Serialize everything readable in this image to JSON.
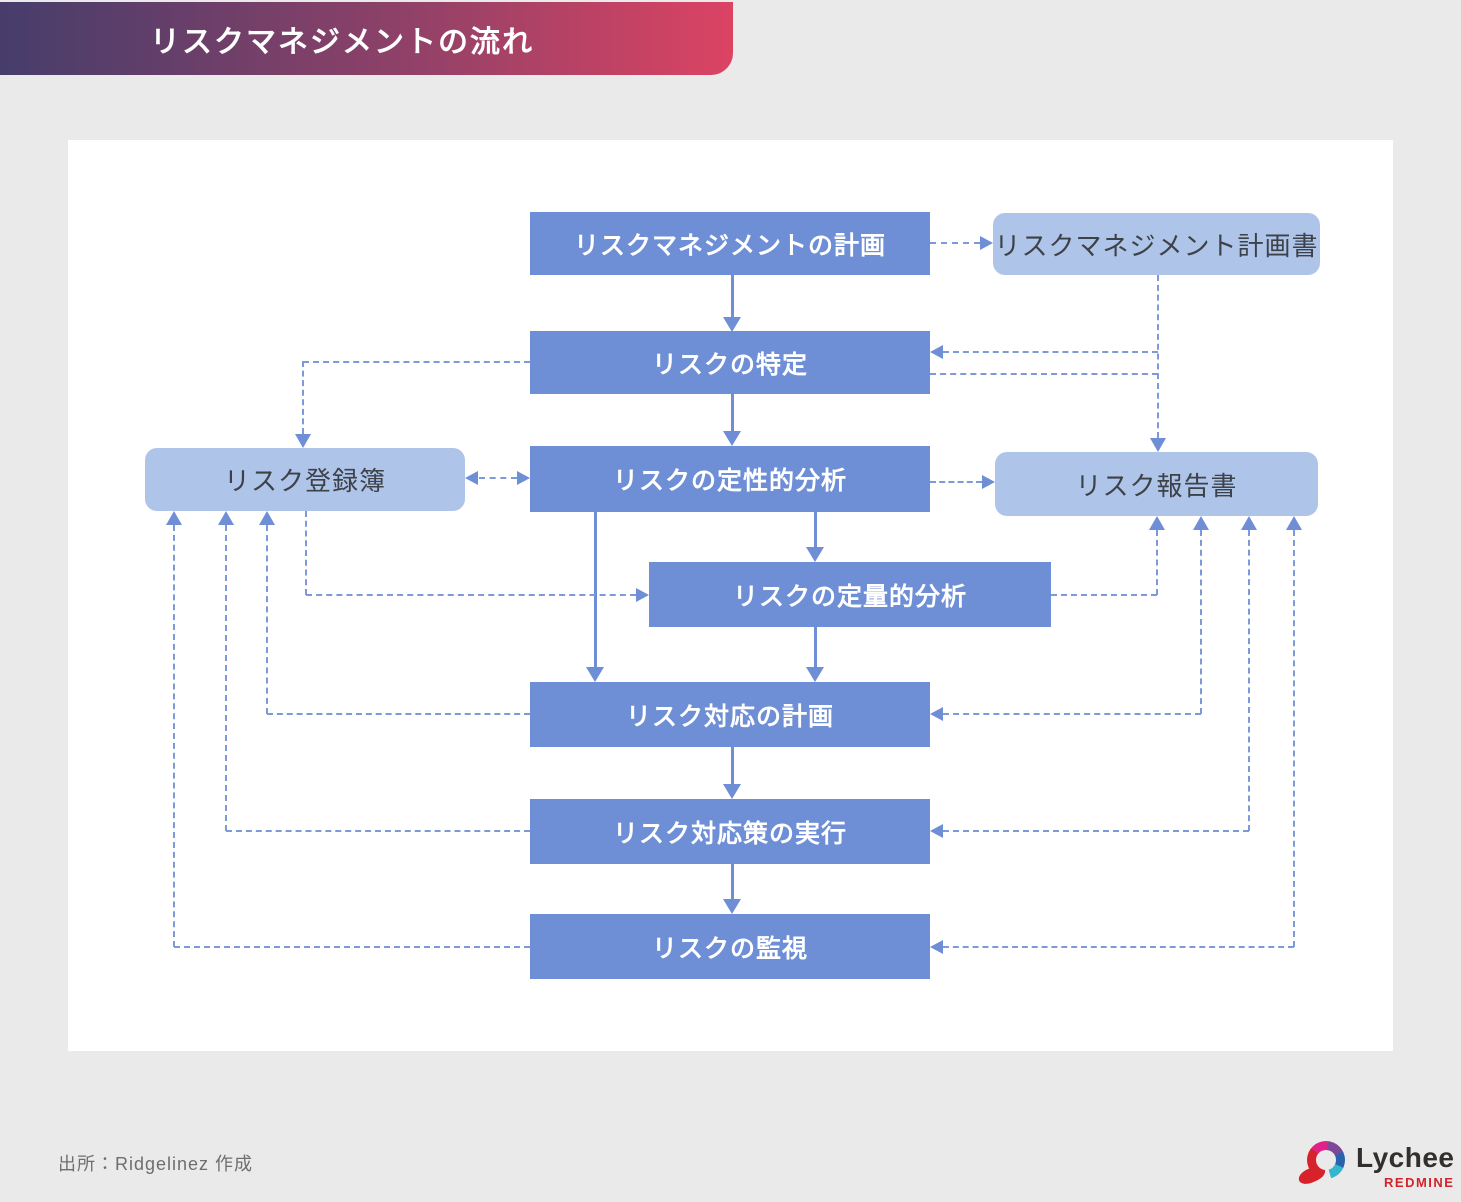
{
  "header": {
    "title": "リスクマネジメントの流れ",
    "gradient_from": "#463d6b",
    "gradient_to": "#dc4363"
  },
  "flowchart": {
    "process_boxes": [
      {
        "id": "plan",
        "label": "リスクマネジメントの計画"
      },
      {
        "id": "identify",
        "label": "リスクの特定"
      },
      {
        "id": "qualitative",
        "label": "リスクの定性的分析"
      },
      {
        "id": "quantitative",
        "label": "リスクの定量的分析"
      },
      {
        "id": "response_plan",
        "label": "リスク対応の計画"
      },
      {
        "id": "execute",
        "label": "リスク対応策の実行"
      },
      {
        "id": "monitor",
        "label": "リスクの監視"
      }
    ],
    "document_boxes": [
      {
        "id": "plan_doc",
        "label": "リスクマネジメント計画書"
      },
      {
        "id": "register",
        "label": "リスク登録簿"
      },
      {
        "id": "report",
        "label": "リスク報告書"
      }
    ],
    "connections": [
      {
        "from": "リスクマネジメントの計画",
        "to": "リスクマネジメント計画書",
        "style": "dashed"
      },
      {
        "from": "リスクマネジメントの計画",
        "to": "リスクの特定",
        "style": "solid"
      },
      {
        "from": "リスクマネジメント計画書",
        "to": "リスクの特定",
        "style": "dashed"
      },
      {
        "from": "リスクの特定",
        "to": "リスク報告書",
        "style": "dashed"
      },
      {
        "from": "リスクの特定",
        "to": "リスク登録簿",
        "style": "dashed"
      },
      {
        "from": "リスクの特定",
        "to": "リスクの定性的分析",
        "style": "solid"
      },
      {
        "from": "リスク登録簿",
        "to": "リスクの定性的分析",
        "style": "dashed",
        "bidirectional": true
      },
      {
        "from": "リスクの定性的分析",
        "to": "リスク報告書",
        "style": "dashed"
      },
      {
        "from": "リスクの定性的分析",
        "to": "リスクの定量的分析",
        "style": "solid"
      },
      {
        "from": "リスクの定性的分析",
        "to": "リスク対応の計画",
        "style": "solid"
      },
      {
        "from": "リスク登録簿",
        "to": "リスクの定量的分析",
        "style": "dashed"
      },
      {
        "from": "リスクの定量的分析",
        "to": "リスク報告書",
        "style": "dashed"
      },
      {
        "from": "リスクの定量的分析",
        "to": "リスク対応の計画",
        "style": "solid"
      },
      {
        "from": "リスク対応の計画",
        "to": "リスク登録簿",
        "style": "dashed"
      },
      {
        "from": "リスク対応の計画",
        "to": "リスク報告書",
        "style": "dashed",
        "bidirectional": true
      },
      {
        "from": "リスク対応の計画",
        "to": "リスク対応策の実行",
        "style": "solid"
      },
      {
        "from": "リスク対応策の実行",
        "to": "リスク登録簿",
        "style": "dashed"
      },
      {
        "from": "リスク対応策の実行",
        "to": "リスク報告書",
        "style": "dashed",
        "bidirectional": true
      },
      {
        "from": "リスク対応策の実行",
        "to": "リスクの監視",
        "style": "solid"
      },
      {
        "from": "リスクの監視",
        "to": "リスク登録簿",
        "style": "dashed"
      },
      {
        "from": "リスクの監視",
        "to": "リスク報告書",
        "style": "dashed",
        "bidirectional": true
      }
    ],
    "colors": {
      "process_fill": "#6e8ed5",
      "process_text": "#ffffff",
      "document_fill": "#aec4e8",
      "document_text": "#3d4148",
      "connector": "#7c9ad8",
      "canvas": "#ffffff",
      "page_background": "#eaeaea"
    }
  },
  "footer": {
    "source": "出所：Ridgelinez 作成",
    "logo_name": "Lychee",
    "logo_sub": "REDMINE"
  }
}
